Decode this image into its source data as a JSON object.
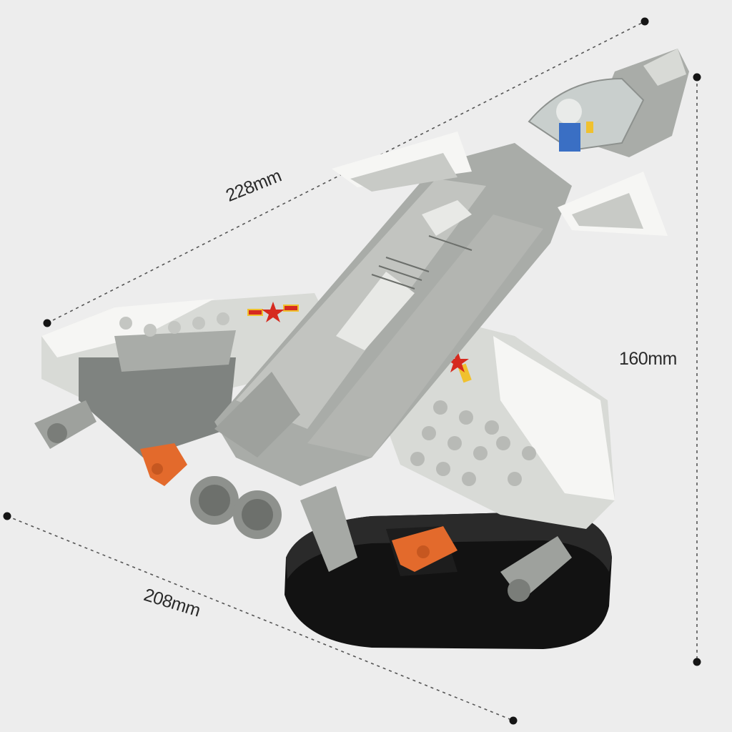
{
  "image": {
    "subject": "brick-built fighter jet model on black display stand",
    "colors": {
      "background": "#ededed",
      "body_gray": "#a9aca8",
      "light_gray": "#d8dad6",
      "white_panel": "#f6f6f4",
      "dark_gray": "#7f8380",
      "stand_black": "#121212",
      "missile_orange": "#e36a2c",
      "insignia_red": "#d62a1f",
      "insignia_yellow": "#f0c12e",
      "canopy": "#c9cfcd",
      "pilot_blue": "#3a6fc4",
      "dimension_line": "#555555"
    }
  },
  "dimensions": {
    "length": "228mm",
    "height": "160mm",
    "width": "208mm"
  }
}
